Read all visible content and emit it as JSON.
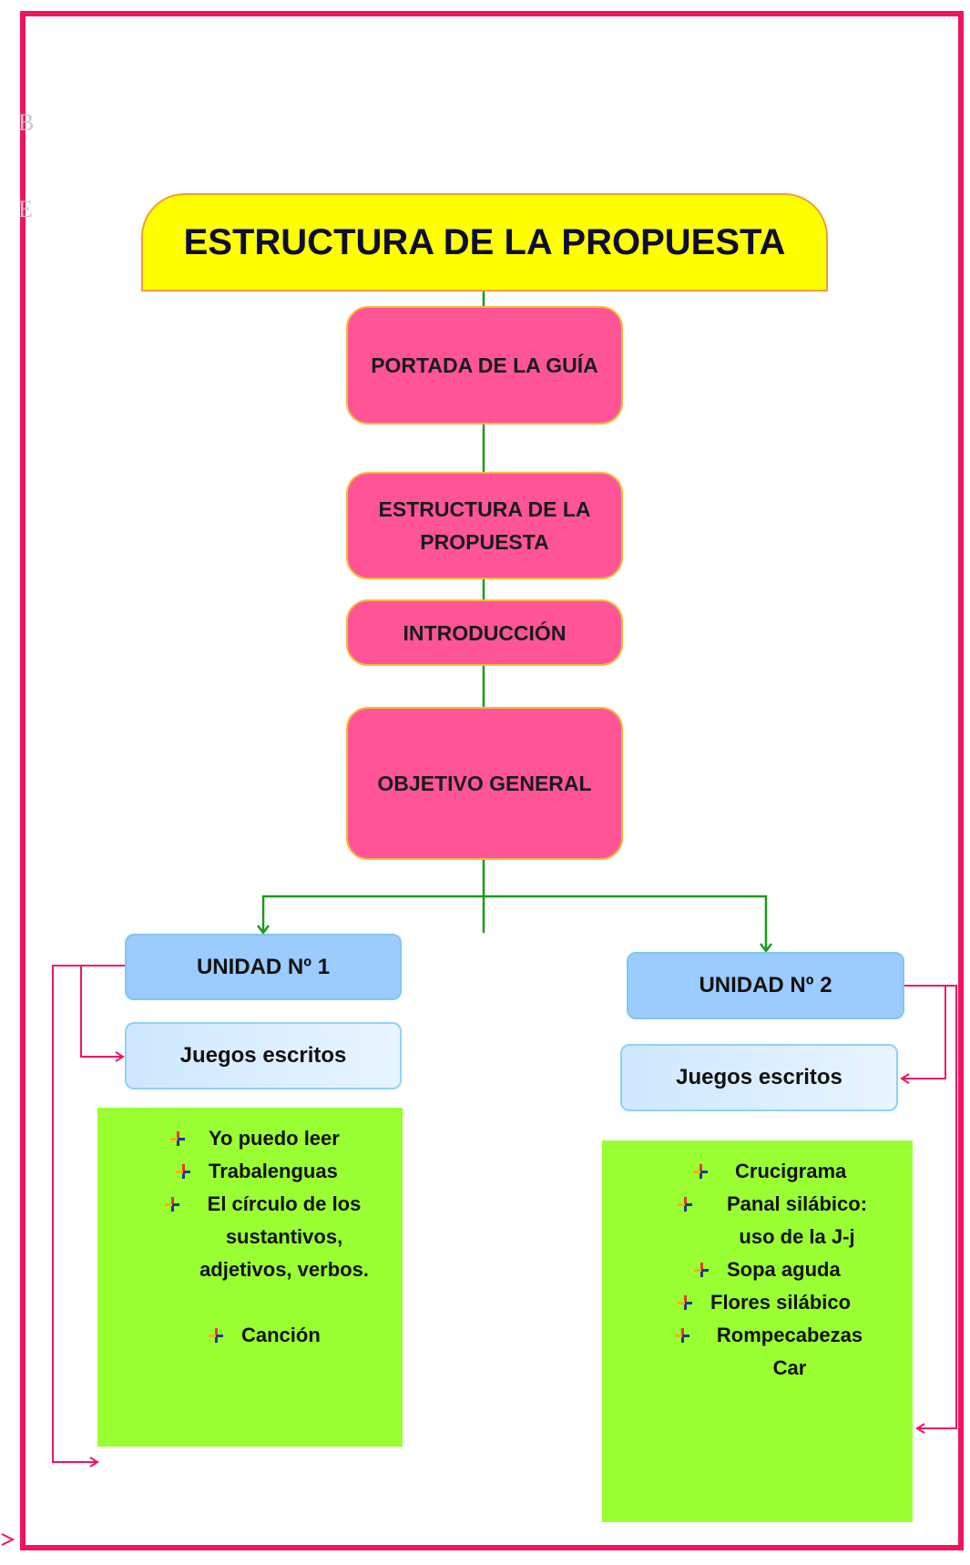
{
  "stray": {
    "top_char": "B",
    "mid_char": "E"
  },
  "title": "ESTRUCTURA DE LA PROPUESTA",
  "main_nodes": [
    "PORTADA DE LA GUÍA",
    "ESTRUCTURA DE LA PROPUESTA",
    "INTRODUCCIÓN",
    "OBJETIVO GENERAL"
  ],
  "unit1": {
    "title": "UNIDAD Nº 1",
    "subtitle": "Juegos escritos",
    "items": [
      "Yo puedo leer",
      "Trabalenguas",
      "El círculo de los sustantivos, adjetivos, verbos.",
      "Canción"
    ]
  },
  "unit2": {
    "title": "UNIDAD Nº 2",
    "subtitle": "Juegos escritos",
    "items": [
      "Crucigrama",
      "Panal silábico: uso de la J-j",
      "Sopa aguda",
      "Flores silábico",
      "Rompecabezas Car"
    ]
  },
  "colors": {
    "frame": "#f0145f",
    "title_bg": "#ffff00",
    "node_bg": "#ff5596",
    "unit_bg": "#9ccbff",
    "list_bg": "#99ff33",
    "connector_green": "#1a9c1a",
    "connector_pink": "#f0145f"
  },
  "icons": {
    "bullet": "four-color-cross-bullet-icon"
  }
}
